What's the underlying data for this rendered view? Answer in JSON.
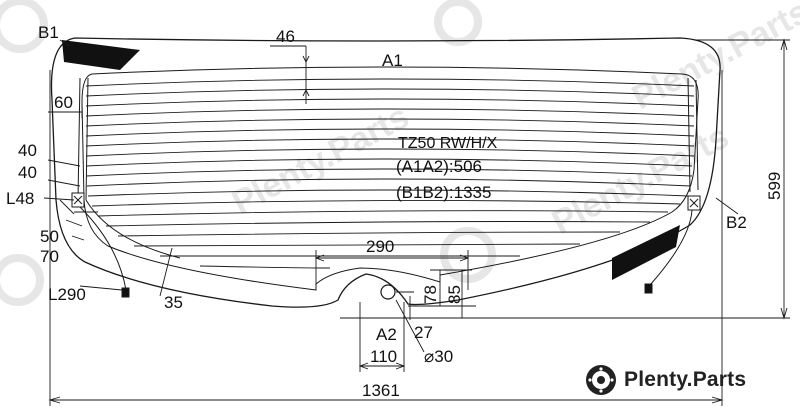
{
  "part": {
    "code": "TZ50 RW/H/X",
    "a1a2": "(A1A2):506",
    "b1b2": "(B1B2):1335"
  },
  "points": {
    "a1": "A1",
    "a2": "A2",
    "b1": "B1",
    "b2": "B2"
  },
  "dimensions": {
    "top_offset": "46",
    "side_60": "60",
    "side_40a": "40",
    "side_40b": "40",
    "side_l48": "L48",
    "side_50": "50",
    "side_70": "70",
    "cable_l290": "L290",
    "edge_35": "35",
    "inner_290": "290",
    "notch_78": "78",
    "notch_85": "85",
    "notch_27": "27",
    "notch_110": "110",
    "hole_dia": "⌀30",
    "width_total": "1361",
    "height_total": "599"
  },
  "watermark": {
    "text": "Plenty.Parts"
  },
  "brand": {
    "name": "Plenty.Parts",
    "logo": "brake-disc-logo-icon"
  },
  "colors": {
    "line": "#1a1a1a",
    "print": "#111111",
    "watermark": "#e6e6e6"
  }
}
